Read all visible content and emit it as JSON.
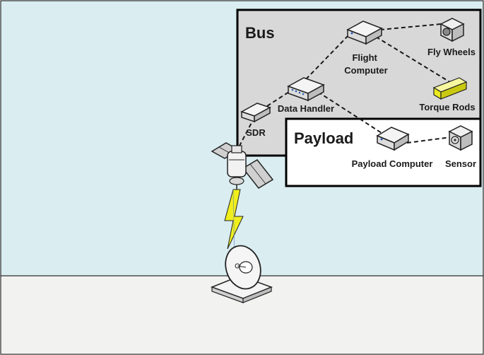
{
  "diagram": {
    "colors": {
      "sky": "#daedf1",
      "ground": "#f2f2f0",
      "bus_panel": "#d8d8d8",
      "payload_panel": "#ffffff",
      "torque_rod": "#eaea1e",
      "lightning": "#f0ef1c"
    },
    "bus": {
      "title": "Bus",
      "components": {
        "flight_computer": "Flight\nComputer",
        "fly_wheels": "Fly Wheels",
        "torque_rods": "Torque Rods",
        "data_handler": "Data Handler",
        "sdr": "SDR"
      }
    },
    "payload": {
      "title": "Payload",
      "components": {
        "payload_computer": "Payload Computer",
        "sensor": "Sensor"
      }
    },
    "icons": {
      "satellite": "satellite-icon",
      "ground_station": "satellite-dish-icon",
      "link": "lightning-bolt-icon"
    }
  }
}
